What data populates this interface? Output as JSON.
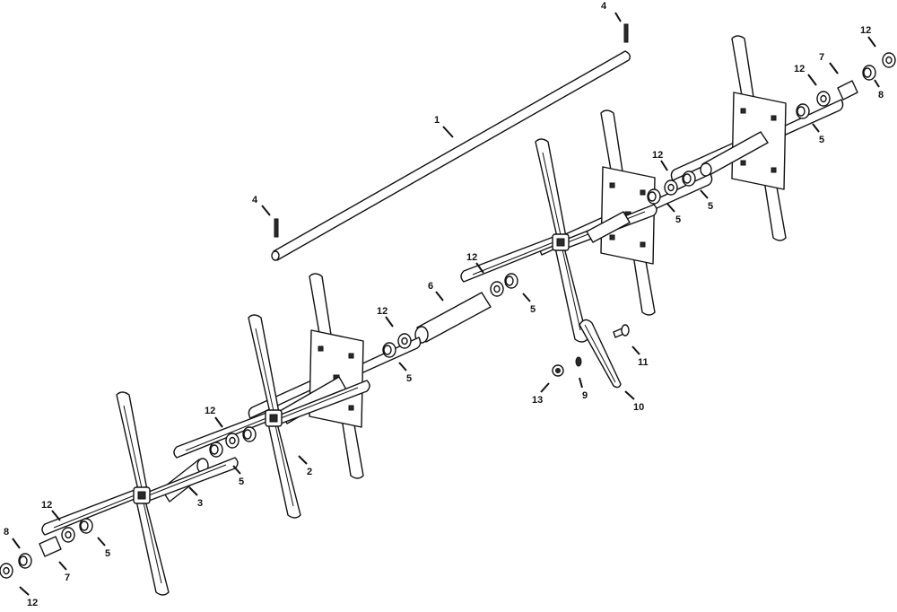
{
  "callouts": [
    {
      "text": "1"
    },
    {
      "text": "4"
    },
    {
      "text": "4"
    },
    {
      "text": "12"
    },
    {
      "text": "12"
    },
    {
      "text": "7"
    },
    {
      "text": "8"
    },
    {
      "text": "5"
    },
    {
      "text": "12"
    },
    {
      "text": "5"
    },
    {
      "text": "5"
    },
    {
      "text": "12"
    },
    {
      "text": "6"
    },
    {
      "text": "5"
    },
    {
      "text": "12"
    },
    {
      "text": "5"
    },
    {
      "text": "11"
    },
    {
      "text": "9"
    },
    {
      "text": "13"
    },
    {
      "text": "10"
    },
    {
      "text": "12"
    },
    {
      "text": "5"
    },
    {
      "text": "2"
    },
    {
      "text": "3"
    },
    {
      "text": "12"
    },
    {
      "text": "5"
    },
    {
      "text": "8"
    },
    {
      "text": "7"
    },
    {
      "text": "12"
    }
  ]
}
